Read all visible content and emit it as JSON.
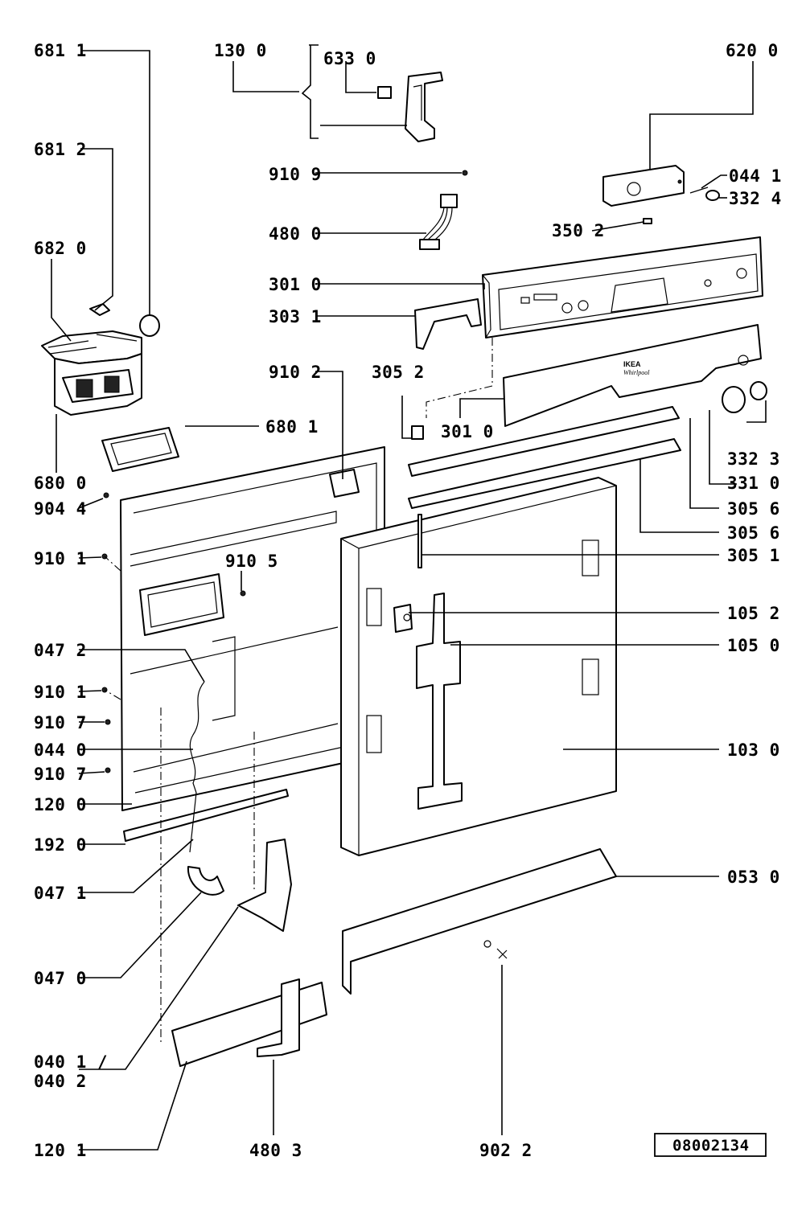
{
  "labels": {
    "l681_1": "681 1",
    "l681_2": "681 2",
    "l682_0": "682 0",
    "l680_0": "680 0",
    "l904_4": "904 4",
    "l910_1a": "910 1",
    "l047_2": "047 2",
    "l910_1b": "910 1",
    "l910_7a": "910 7",
    "l044_0": "044 0",
    "l910_7b": "910 7",
    "l120_0": "120 0",
    "l192_0": "192 0",
    "l047_1": "047 1",
    "l047_0": "047 0",
    "l040_1": "040 1 /",
    "l040_2": "040 2",
    "l120_1": "120 1",
    "l130_0": "130 0",
    "l633_0": "633 0",
    "l910_9": "910 9",
    "l480_0": "480 0",
    "l301_0a": "301 0",
    "l303_1": "303 1",
    "l910_2": "910 2",
    "l305_2": "305 2",
    "l301_0b": "301 0",
    "l680_1": "680 1",
    "l910_5": "910 5",
    "l480_3": "480 3",
    "l902_2": "902 2",
    "l620_0": "620 0",
    "l044_1": "044 1",
    "l332_4": "332 4",
    "l350_2": "350 2",
    "l332_3": "332 3",
    "l331_0": "331 0",
    "l305_6a": "305 6",
    "l305_6b": "305 6",
    "l305_1": "305 1",
    "l105_2": "105 2",
    "l105_0": "105 0",
    "l103_0": "103 0",
    "l053_0": "053 0"
  },
  "reference_number": "08002134",
  "panel_brand": {
    "ikea": "IKEA",
    "whirlpool": "Whirlpool"
  }
}
